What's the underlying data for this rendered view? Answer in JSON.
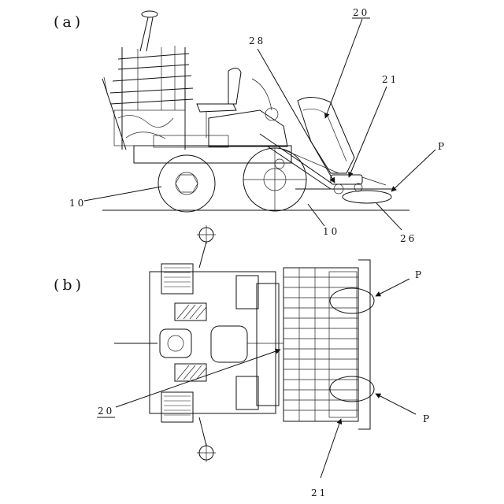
{
  "panels": {
    "a": "(a)",
    "b": "(b)"
  },
  "labels": {
    "a_20": "20",
    "a_28": "28",
    "a_21": "21",
    "a_P": "P",
    "a_10_left": "10",
    "a_10_right": "10",
    "a_26": "26",
    "b_P_top": "P",
    "b_P_bottom": "P",
    "b_20": "20",
    "b_21": "21"
  }
}
